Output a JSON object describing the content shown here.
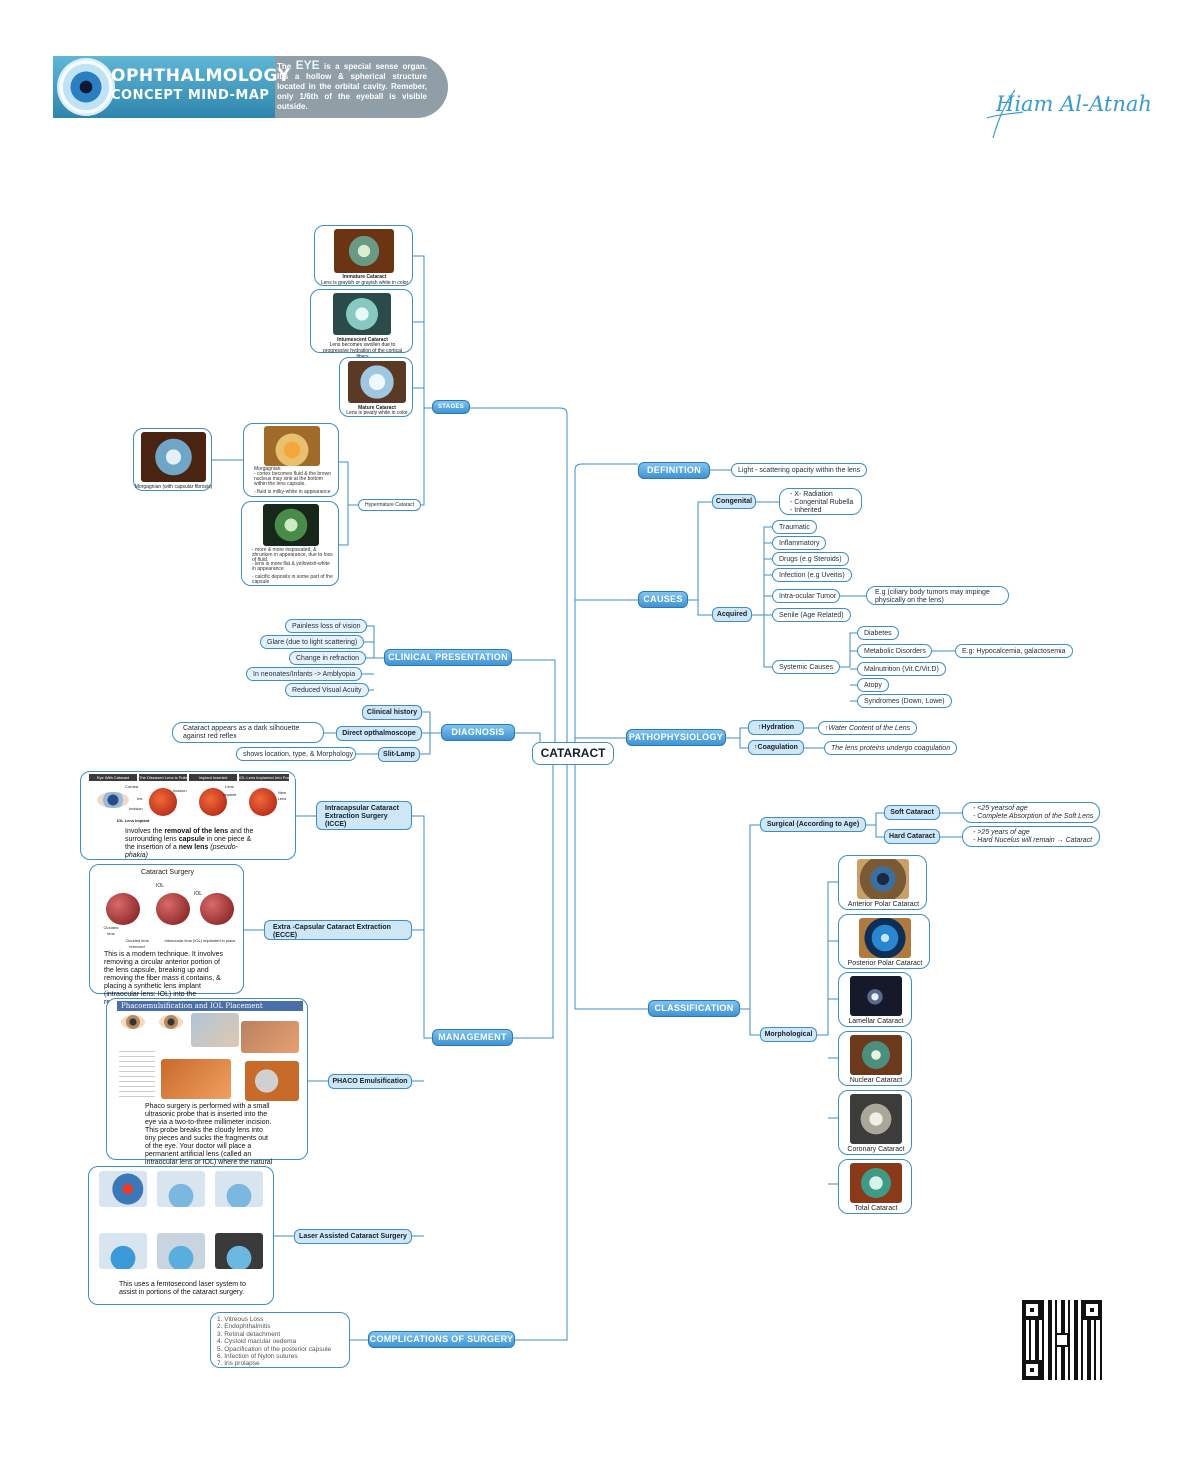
{
  "header": {
    "title_line1": "OPHTHALMOLOGY",
    "title_line2": "CONCEPT MIND-MAP",
    "intro_pre": "The",
    "intro_eye": "EYE",
    "intro_text": "is a special sense organ. It's a hollow & spherical structure located in the orbital cavity. Remeber, only 1/6th of the eyeball is visible outside.",
    "signature": "Hiam Al-Atnah"
  },
  "center": "CATARACT",
  "definition": {
    "label": "DEFINITION",
    "text": "Light - scattering opacity within the lens"
  },
  "causes": {
    "label": "CAUSES",
    "congenital": {
      "label": "Congenital",
      "items": [
        "- X- Radiation",
        "- Congenital Rubella",
        "- Inherited"
      ]
    },
    "acquired": {
      "label": "Acquired",
      "items": [
        "Traumatic",
        "Inflammatory",
        "Drugs (e.g Steroids)",
        "Infection (e.g Uveitis)",
        "Intra-ocular Tumor",
        "Senile (Age Related)"
      ],
      "tumor_note": "E.g (ciliary body tumors may impinge physically on the lens)",
      "systemic": {
        "label": "Systemic Causes",
        "items": [
          "Diabetes",
          "Metabolic Disorders",
          "Malnutrition (Vit.C/Vit.D)",
          "Atopy",
          "Syndromes (Down, Lowe)"
        ],
        "metabolic_note": "E.g: Hypocalcemia, galactosemia"
      }
    }
  },
  "pathophysiology": {
    "label": "PATHOPHYSIOLOGY",
    "hydration": "↑Hydration",
    "hydration_note": "↑Water Content of the Lens",
    "coagulation": "↑Coagulation",
    "coagulation_note": "The lens proteins undergo coagulation"
  },
  "classification": {
    "label": "CLASSIFICATION",
    "surgical": {
      "label": "Surgical (According to Age)",
      "soft": "Soft Cataract",
      "soft_items": [
        "- <25 yearsof age",
        "- Complete Absorption of the Soft Lens"
      ],
      "hard": "Hard Cataract",
      "hard_items": [
        "- >25 years of age",
        "- Hard Nucelus will remain → Cataract"
      ]
    },
    "morphological": {
      "label": "Morphological",
      "items": [
        "Anterior Polar Cataract",
        "Posterior Polar Cataract",
        "Lamellar Cataract",
        "Nuclear Cataract",
        "Coronary Cataract",
        "Total Cataract"
      ]
    }
  },
  "stages": {
    "label": "STAGES",
    "immature_title": "Immature Cataract",
    "immature_text": "Lens is grayish or grayish white in color",
    "intumescent_title": "Intumescent Cataract",
    "intumescent_text": "Lens becomes swollen due to progressive hydration of the cortical fibers",
    "mature_title": "Mature Cataract",
    "mature_text": "Lens is pearly white in color",
    "hypermature": "Hypermature Cataract",
    "morgagnian_caption": "Morgagnian (with capsular fibrosis)",
    "morgagnian_text1": "Morgagnian:",
    "morgagnian_text2": "- cortex becomes fluid & the brown nucleus may sink at the bottom within the lens capsule.",
    "morgagnian_text3": "- fluid is milky-white in appearance",
    "shrunken_text1": "- more & more inspissated, & shrunken in appearance, due to loss of fluid.",
    "shrunken_text2": "- lens is more flat & yellowish-white in appearance",
    "shrunken_text3": "- calcific deposits in some part of the capsule"
  },
  "clinical": {
    "label": "CLINICAL PRESENTATION",
    "items": [
      "Painless loss of vision",
      "Glare (due to light scattering)",
      "Change in refraction",
      "In neonates/Infants -> Amblyopia",
      "Reduced Visual Acuity"
    ]
  },
  "diagnosis": {
    "label": "DIAGNOSIS",
    "history": "Clinical history",
    "ophthalmoscope": "Direct opthalmoscope",
    "ophthalmoscope_note": "Cataract appears as a dark silhouette against red reflex",
    "slitlamp": "Slit-Lamp",
    "slitlamp_note": "shows location, type, & Morphology"
  },
  "management": {
    "label": "MANAGEMENT",
    "icce": {
      "label": "Intracapsular Cataract Extraction Surgery (ICCE)",
      "fig_headers": [
        "Eye With Cataract",
        "The Diseased Lens is Pulled Out",
        "Implant Inserted",
        "IOL Lens Implanted Into Position"
      ],
      "fig_labels": [
        "Cornea",
        "Incision",
        "Iris",
        "Incision",
        "Lens",
        "Implant",
        "New Lens",
        "IOL Lens Implant"
      ],
      "desc_pre": "Involves the",
      "desc_b1": "removal of the lens",
      "desc_mid": "and the surrounding lens",
      "desc_b2": "capsule",
      "desc_mid2": "in one piece & the insertion of a",
      "desc_b3": "new lens",
      "desc_end": "(pseudo-phakia)"
    },
    "ecce": {
      "label": "Extra -Capsular Cataract Extraction (ECCE)",
      "fig_title": "Cataract Surgery",
      "fig_labels": [
        "IOL",
        "IOL",
        "Clouded lens",
        "Clouded lens removed",
        "Intraocular lens (IOL) implanted in place"
      ],
      "desc": "This is a modern technique. It involves removing a circular anterior portion of the lens capsule, breaking up and removing the fiber mass it contains, & placing a synthetic lens implant (intraocular lens: IOL) into the remaining capsular bag."
    },
    "phaco": {
      "label": "PHACO Emulsification",
      "fig_title": "Phacoemulsification and IOL Placement",
      "desc": "Phaco surgery is performed with a small ultrasonic probe that is inserted into the eye via a two-to-three millimeter incision. This probe breaks the cloudy lens into tiny pieces and sucks the fragments out of the eye. Your doctor will place a permanent artificial lens (called an intraocular lens or IOL) where the natural lens used to be."
    },
    "laser": {
      "label": "Laser Assisted Cataract Surgery",
      "desc": "This uses a femtosecond laser system to assist in portions of the cataract surgery."
    }
  },
  "complications": {
    "label": "COMPLICATIONS OF SURGERY",
    "items": [
      "1. Vitreous Loss",
      "2. Endophthalmitis",
      "3. Retinal detachment",
      "4. Cystoid macular oedema",
      "5. Opacification of the posterior capsule",
      "6. Infection of Nylon sutures",
      "7. Iris prolapse"
    ]
  },
  "colors": {
    "accent": "#3f93d2",
    "line": "#3d8ec7",
    "header_bg": "#5aa7c9",
    "header_text": "#ffffff"
  }
}
